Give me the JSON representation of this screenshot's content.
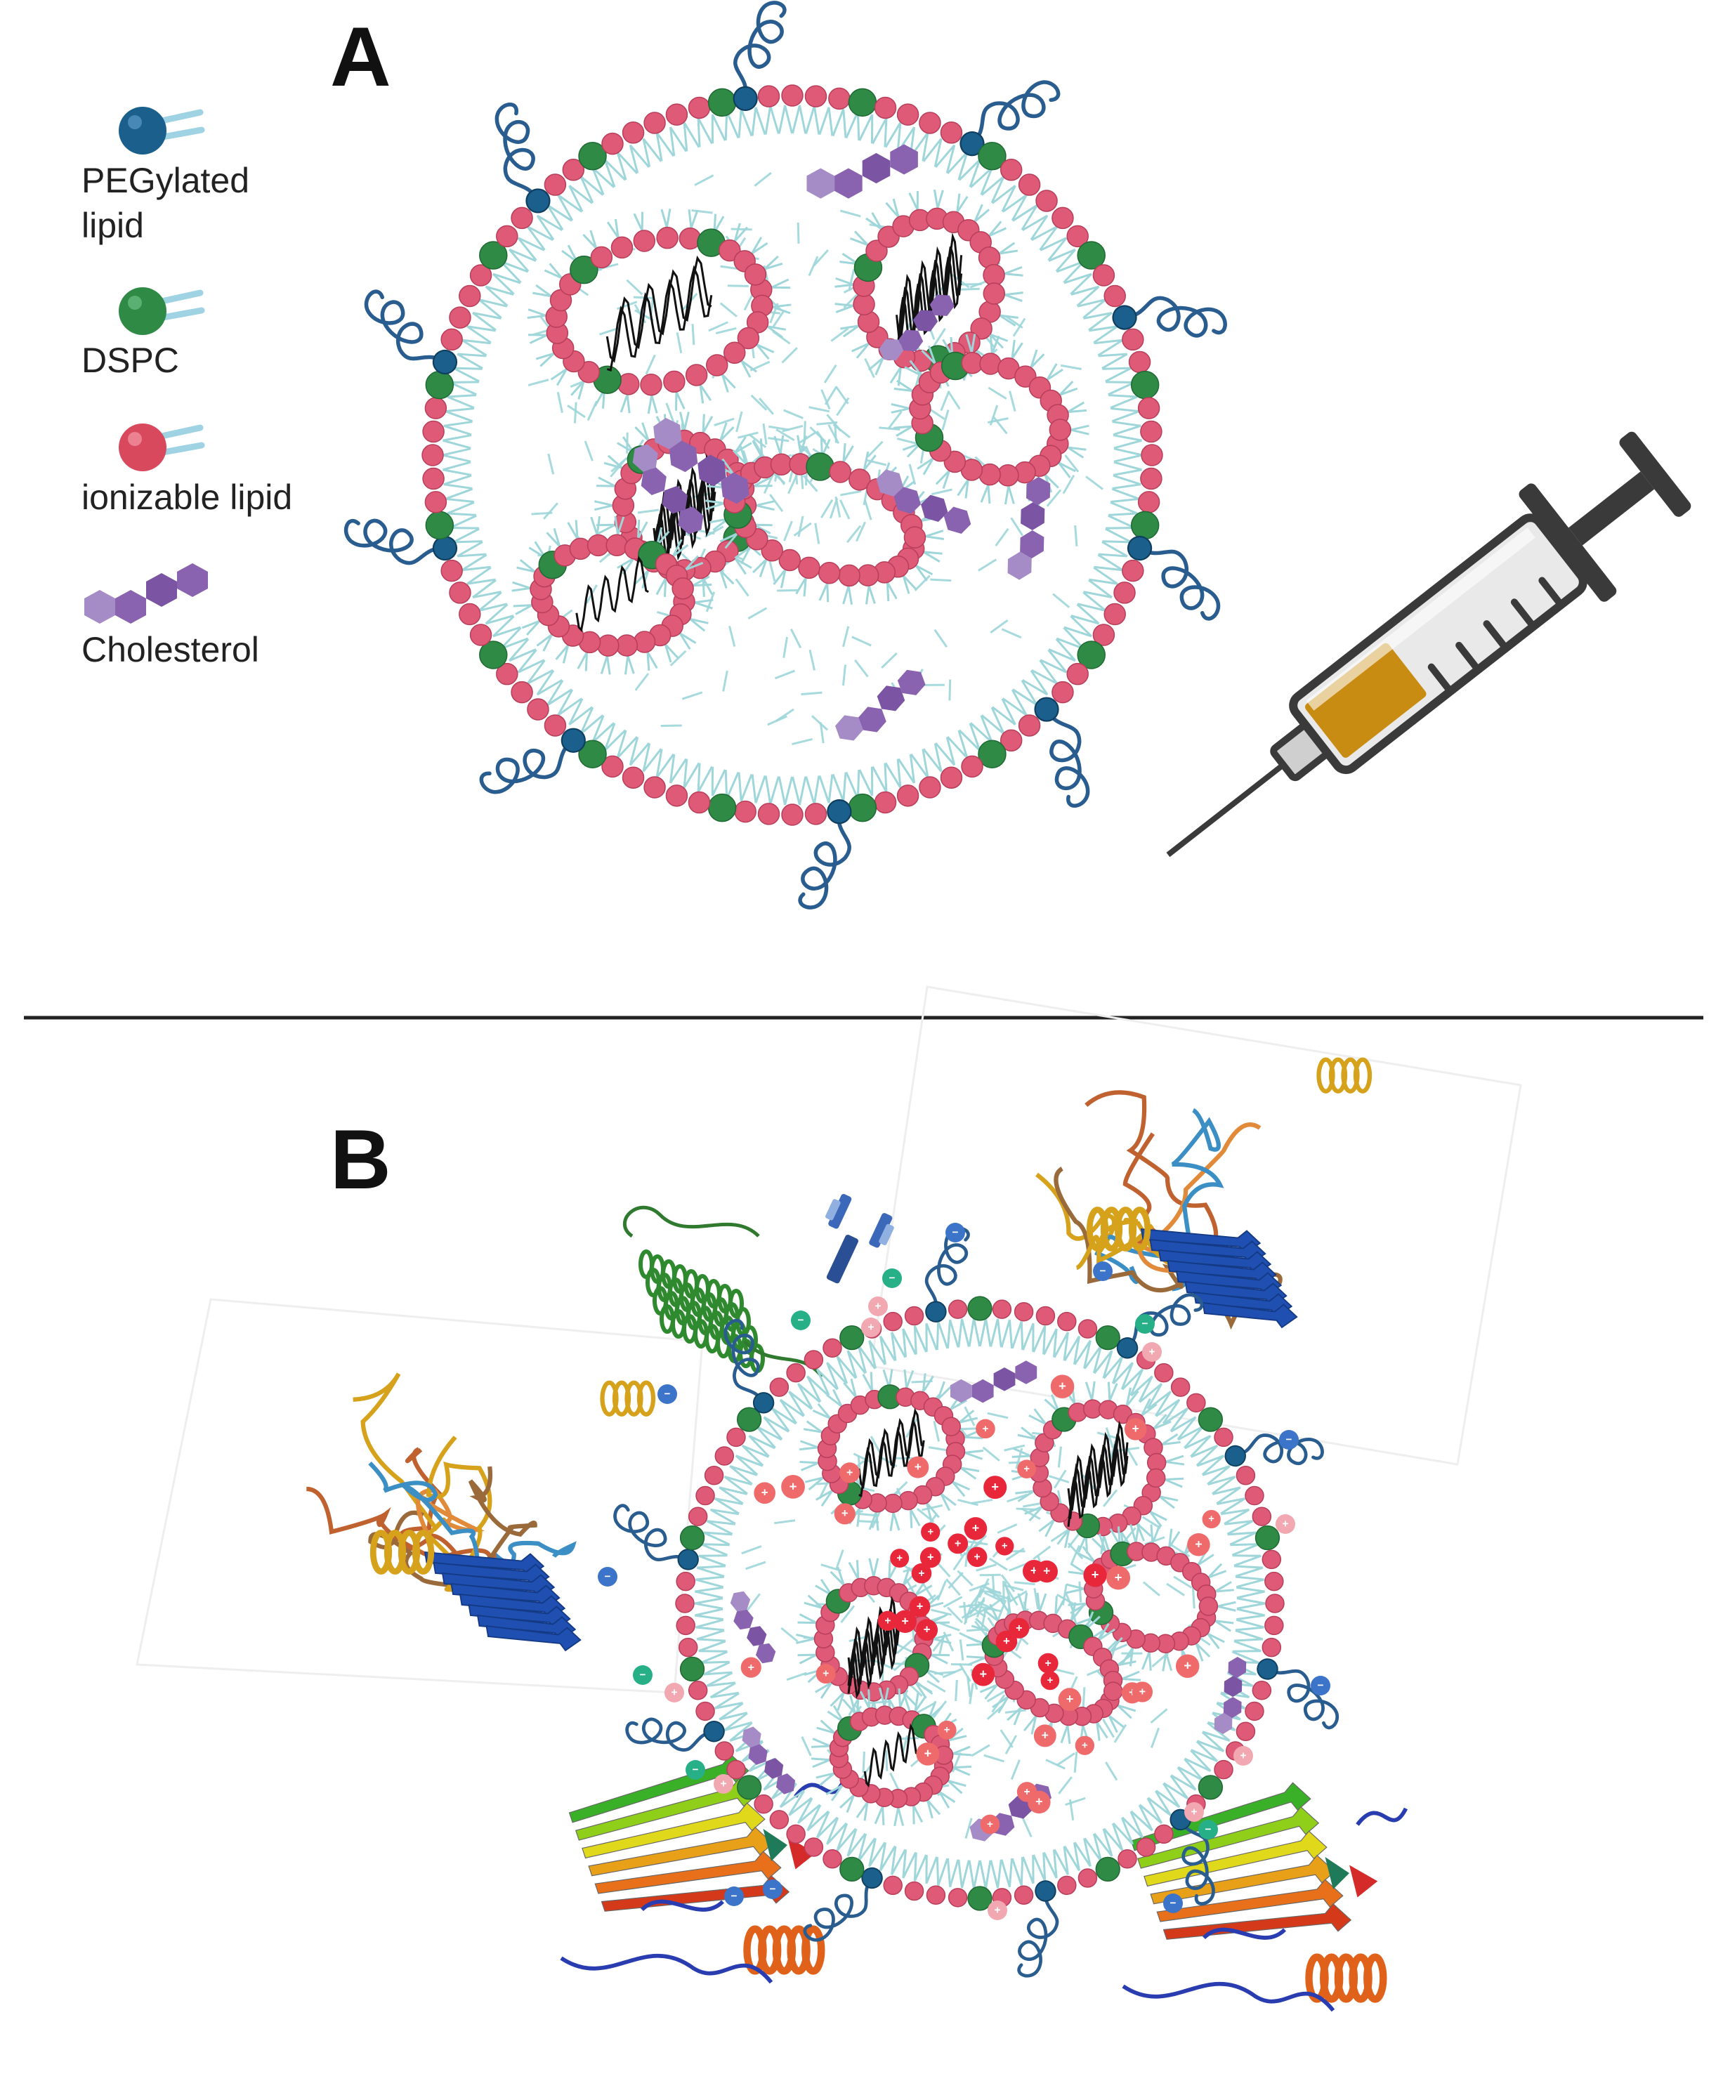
{
  "panel_a": {
    "label": "A",
    "legend": [
      {
        "lines": [
          "PEGylated",
          "lipid"
        ],
        "color": "#1b5f8c",
        "icon": "pegylated-lipid-icon"
      },
      {
        "lines": [
          "DSPC"
        ],
        "color": "#2e8b44",
        "icon": "dspc-icon"
      },
      {
        "lines": [
          "ionizable lipid"
        ],
        "color": "#d9495e",
        "icon": "ionizable-lipid-icon"
      },
      {
        "lines": [
          "Cholesterol"
        ],
        "color": "#8a63b0",
        "icon": "cholesterol-icon"
      }
    ]
  },
  "panel_b": {
    "label": "B",
    "charge_symbol": "−",
    "positive_symbol": "+"
  },
  "colors": {
    "ionizable": "#de5a76",
    "dspc": "#2f8a46",
    "peg": "#1b5f8c",
    "tail": "#9ed6da",
    "cholesterol": "#8a63b0",
    "syringe_fill": "#c98c12",
    "syringe_body": "#444444",
    "divider": "#222222",
    "positive_ion": "#e8283a",
    "negative_ion": "#3b74c9",
    "protein_blue": "#1f4fb0",
    "protein_gold": "#d6a21c",
    "protein_orange": "#d9652c",
    "protein_green": "#3a9a2a"
  }
}
